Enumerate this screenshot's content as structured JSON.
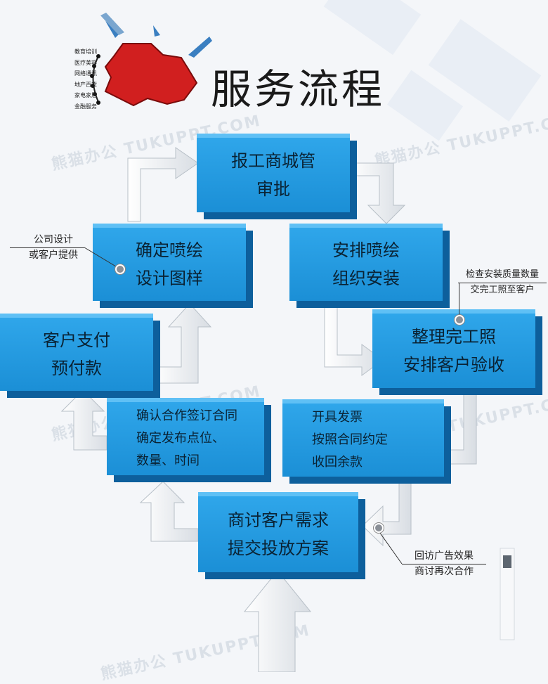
{
  "title": "服务流程",
  "map_labels": [
    "教育培训",
    "医疗美容",
    "网络通讯",
    "地产百货",
    "家电家居",
    "金融服务"
  ],
  "steps": {
    "s1": [
      "报工商城管",
      "审批"
    ],
    "s2": [
      "安排喷绘",
      "组织安装"
    ],
    "s3": [
      "整理完工照",
      "安排客户验收"
    ],
    "s4": [
      "开具发票",
      "按照合同约定",
      "收回余款"
    ],
    "s5": [
      "商讨客户需求",
      "提交投放方案"
    ],
    "s6": [
      "确认合作签订合同",
      "确定发布点位、",
      "数量、时间"
    ],
    "s7": [
      "客户支付",
      "预付款"
    ],
    "s8": [
      "确定喷绘",
      "设计图样"
    ]
  },
  "notes": {
    "design": [
      "公司设计",
      "或客户提供"
    ],
    "check": [
      "检查安装质量数量",
      "交完工照至客户"
    ],
    "revisit": [
      "回访广告效果",
      "商讨再次合作"
    ]
  },
  "watermark": "熊猫办公 TUKUPPT.COM",
  "colors": {
    "box": "#1b8fd6",
    "box_shadow": "#0d5f9c",
    "map": "#d11f1f"
  }
}
